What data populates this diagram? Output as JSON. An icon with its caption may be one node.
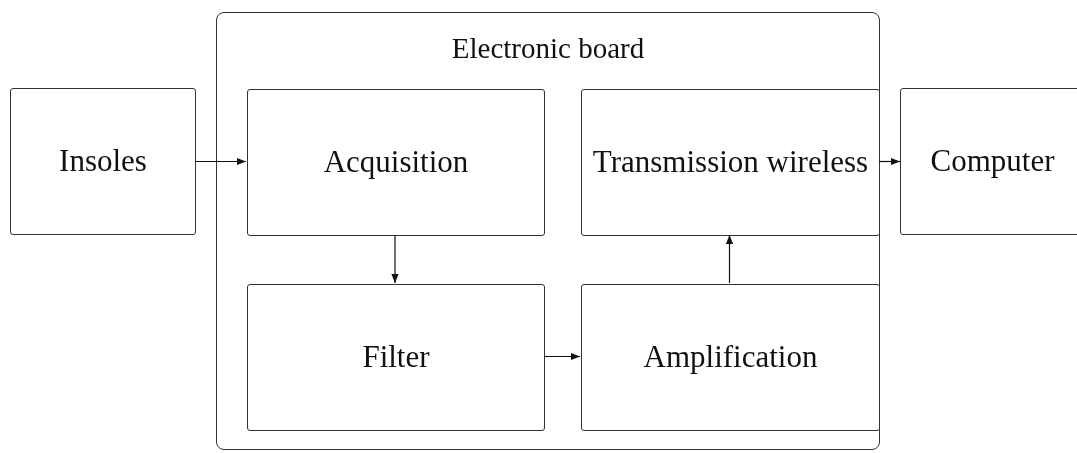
{
  "diagram": {
    "nodes": [
      {
        "text": [
          "Insoles"
        ]
      },
      {
        "text": [
          "Electronic board"
        ]
      },
      {
        "text": [
          "Acquisition"
        ],
        "in": 1
      },
      {
        "text": [
          "Transmission wireless"
        ],
        "in": 1
      },
      {
        "text": [
          "Filter"
        ],
        "in": 1
      },
      {
        "text": [
          "Amplification"
        ],
        "in": 1
      },
      {
        "text": [
          "Computer"
        ]
      }
    ],
    "edges": [
      {
        "from": 0,
        "to": 2,
        "arrow": "to"
      },
      {
        "from": 2,
        "to": 4,
        "arrow": "to"
      },
      {
        "from": 4,
        "to": 5,
        "arrow": "to"
      },
      {
        "from": 5,
        "to": 3,
        "arrow": "to"
      },
      {
        "from": 3,
        "to": 6,
        "arrow": "to"
      }
    ]
  }
}
